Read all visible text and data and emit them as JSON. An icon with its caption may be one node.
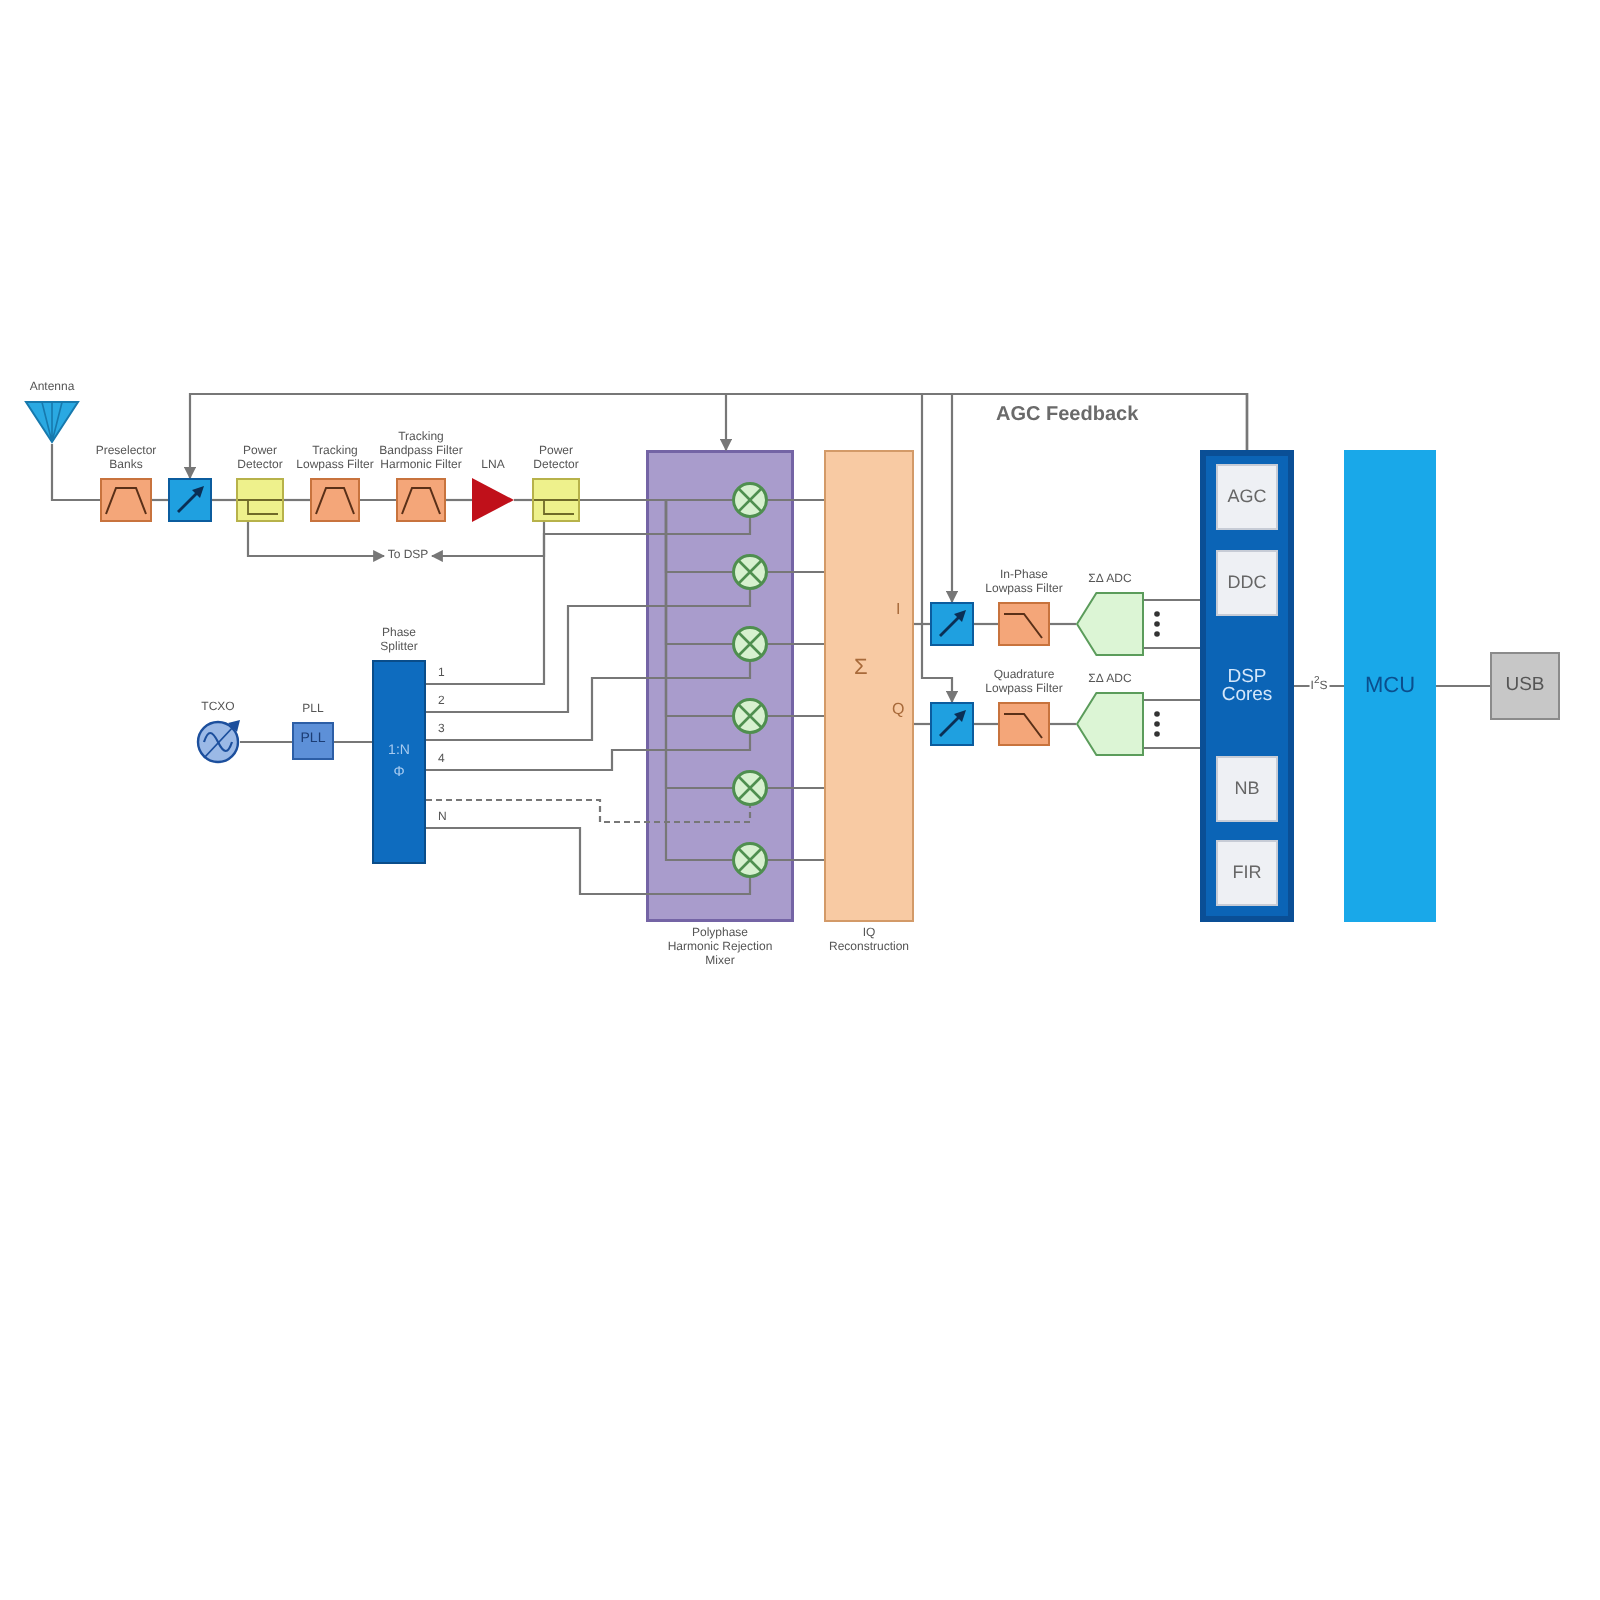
{
  "diagram": {
    "nodes": [
      {
        "text": [
          "Antenna"
        ]
      },
      {
        "text": [
          "Preselector Banks"
        ]
      },
      {
        "text": [],
        "shape": "box"
      },
      {
        "text": [
          "Power Detector"
        ]
      },
      {
        "text": [
          "Tracking Lowpass Filter"
        ]
      },
      {
        "text": [
          "Tracking Bandpass Filter Harmonic Filter"
        ]
      },
      {
        "text": [
          "LNA"
        ]
      },
      {
        "text": [
          "Power Detector"
        ]
      },
      {
        "text": [
          "To DSP"
        ]
      },
      {
        "text": [
          "TCXO"
        ]
      },
      {
        "text": [
          "PLL",
          "PLL"
        ]
      },
      {
        "text": [
          "Phase Splitter",
          "1:N",
          "Φ"
        ]
      },
      {
        "text": [
          "Polyphase Harmonic Rejection Mixer"
        ]
      },
      {
        "text": [],
        "shape": "circle",
        "in": 12
      },
      {
        "text": [],
        "shape": "circle",
        "in": 12
      },
      {
        "text": [],
        "shape": "circle",
        "in": 12
      },
      {
        "text": [],
        "shape": "circle",
        "in": 12
      },
      {
        "text": [],
        "shape": "circle",
        "in": 12
      },
      {
        "text": [],
        "shape": "circle",
        "in": 12
      },
      {
        "text": [
          "IQ Reconstruction",
          "Σ",
          "I",
          "Q"
        ]
      },
      {
        "text": [],
        "shape": "box"
      },
      {
        "text": [],
        "shape": "box"
      },
      {
        "text": [
          "In-Phase Lowpass Filter"
        ]
      },
      {
        "text": [
          "Quadrature Lowpass Filter"
        ]
      },
      {
        "text": [
          "ΣΔ ADC"
        ]
      },
      {
        "text": [
          "ΣΔ ADC"
        ]
      },
      {
        "text": [
          "DSP Cores"
        ]
      },
      {
        "text": [
          "AGC"
        ],
        "in": 26
      },
      {
        "text": [
          "DDC"
        ],
        "in": 26
      },
      {
        "text": [
          "NB"
        ],
        "in": 26
      },
      {
        "text": [
          "FIR"
        ],
        "in": 26
      },
      {
        "text": [
          "MCU"
        ]
      },
      {
        "text": [
          "USB"
        ]
      }
    ],
    "edges": [
      {
        "from": 0,
        "to": 1,
        "arrow": "none"
      },
      {
        "from": 1,
        "to": 2,
        "arrow": "none"
      },
      {
        "from": 2,
        "to": 3,
        "arrow": "none"
      },
      {
        "from": 3,
        "to": 4,
        "arrow": "none"
      },
      {
        "from": 4,
        "to": 5,
        "arrow": "none"
      },
      {
        "from": 5,
        "to": 6,
        "arrow": "none"
      },
      {
        "from": 6,
        "to": 7,
        "arrow": "none"
      },
      {
        "from": 7,
        "to": 13,
        "arrow": "none"
      },
      {
        "from": 7,
        "to": 14,
        "arrow": "none"
      },
      {
        "from": 7,
        "to": 15,
        "arrow": "none"
      },
      {
        "from": 7,
        "to": 16,
        "arrow": "none"
      },
      {
        "from": 7,
        "to": 17,
        "arrow": "none"
      },
      {
        "from": 7,
        "to": 18,
        "arrow": "none"
      },
      {
        "from": 3,
        "to": 8,
        "arrow": "to"
      },
      {
        "from": 7,
        "to": 8,
        "arrow": "to"
      },
      {
        "from": 9,
        "to": 10,
        "arrow": "none"
      },
      {
        "from": 10,
        "to": 11,
        "arrow": "none"
      },
      {
        "from": 11,
        "to": 13,
        "label": "1",
        "arrow": "none"
      },
      {
        "from": 11,
        "to": 14,
        "label": "2",
        "arrow": "none"
      },
      {
        "from": 11,
        "to": 15,
        "label": "3",
        "arrow": "none"
      },
      {
        "from": 11,
        "to": 16,
        "label": "4",
        "arrow": "none"
      },
      {
        "from": 11,
        "to": 17,
        "arrow": "none",
        "style": "dashed"
      },
      {
        "from": 11,
        "to": 18,
        "label": "N",
        "arrow": "none"
      },
      {
        "from": 13,
        "to": 19,
        "arrow": "none"
      },
      {
        "from": 14,
        "to": 19,
        "arrow": "none"
      },
      {
        "from": 15,
        "to": 19,
        "arrow": "none"
      },
      {
        "from": 16,
        "to": 19,
        "arrow": "none"
      },
      {
        "from": 17,
        "to": 19,
        "arrow": "none"
      },
      {
        "from": 18,
        "to": 19,
        "arrow": "none"
      },
      {
        "from": 19,
        "to": 20,
        "arrow": "none"
      },
      {
        "from": 19,
        "to": 21,
        "arrow": "none"
      },
      {
        "from": 20,
        "to": 22,
        "arrow": "none"
      },
      {
        "from": 21,
        "to": 23,
        "arrow": "none"
      },
      {
        "from": 22,
        "to": 24,
        "arrow": "none"
      },
      {
        "from": 23,
        "to": 25,
        "arrow": "none"
      },
      {
        "from": 24,
        "to": 26,
        "arrow": "none"
      },
      {
        "from": 24,
        "to": 26,
        "arrow": "none"
      },
      {
        "from": 25,
        "to": 26,
        "arrow": "none"
      },
      {
        "from": 25,
        "to": 26,
        "arrow": "none"
      },
      {
        "from": 26,
        "to": 31,
        "label": "I$^{2}$S",
        "arrow": "none"
      },
      {
        "from": 31,
        "to": 32,
        "arrow": "none"
      },
      {
        "from": 26,
        "to": 2,
        "label": "AGC Feedback",
        "arrow": "to"
      },
      {
        "from": 26,
        "to": 12,
        "arrow": "to"
      },
      {
        "from": 26,
        "to": 20,
        "arrow": "to"
      },
      {
        "from": 26,
        "to": 21,
        "arrow": "to"
      }
    ]
  }
}
